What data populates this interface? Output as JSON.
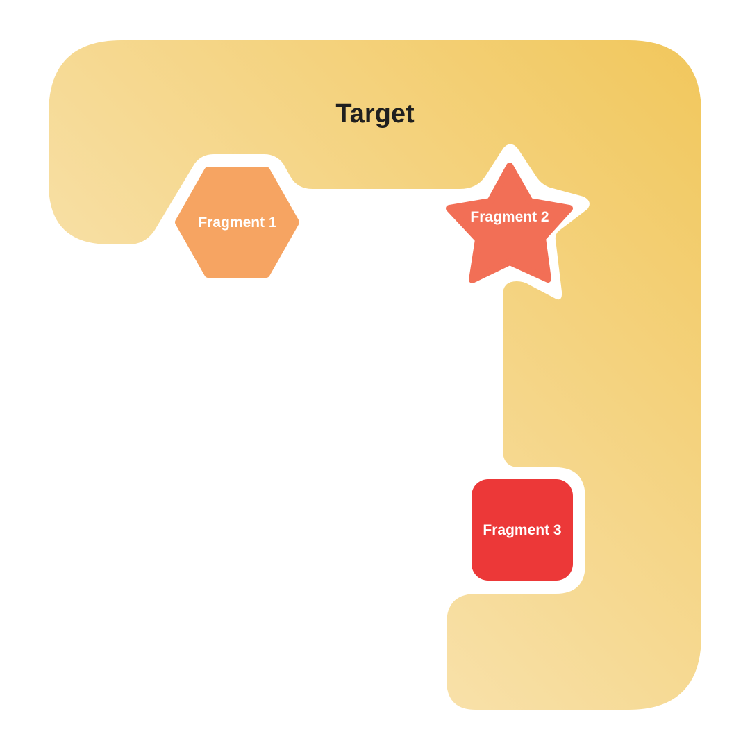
{
  "diagram": {
    "title": "Target",
    "fragments": [
      {
        "id": "fragment-1",
        "label": "Fragment 1",
        "shape": "hexagon",
        "color": "#f6a462"
      },
      {
        "id": "fragment-2",
        "label": "Fragment 2",
        "shape": "star",
        "color": "#f26f56"
      },
      {
        "id": "fragment-3",
        "label": "Fragment 3",
        "shape": "rounded-square",
        "color": "#ec3838"
      }
    ]
  },
  "colors": {
    "target_gradient_start": "#fbeccb",
    "target_gradient_end": "#f1c75c",
    "title_text": "#1f1f1f",
    "label_text": "#ffffff",
    "background": "#ffffff"
  }
}
